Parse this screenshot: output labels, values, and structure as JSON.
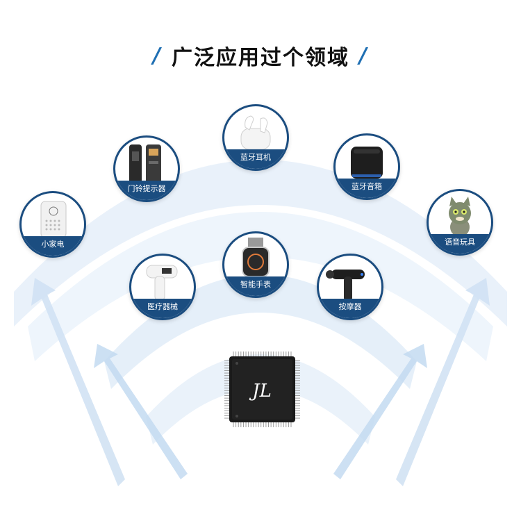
{
  "title": {
    "text": "广泛应用过个领域",
    "left_mark": "/",
    "right_mark": "/"
  },
  "applications": [
    {
      "id": "home-appliance",
      "label": "小家电"
    },
    {
      "id": "doorbell",
      "label": "门铃提示器"
    },
    {
      "id": "earbuds",
      "label": "蓝牙耳机"
    },
    {
      "id": "speaker",
      "label": "蓝牙音箱"
    },
    {
      "id": "toy",
      "label": "语音玩具"
    },
    {
      "id": "medical",
      "label": "医疗器械"
    },
    {
      "id": "watch",
      "label": "智能手表"
    },
    {
      "id": "massager",
      "label": "按摩器"
    }
  ],
  "chip": {
    "logo_text": "JL"
  },
  "colors": {
    "accent": "#1b4d80",
    "title_slash": "#1f6fb3",
    "arc_light": "#dbe9f6",
    "chip_body": "#1a1a1a"
  }
}
